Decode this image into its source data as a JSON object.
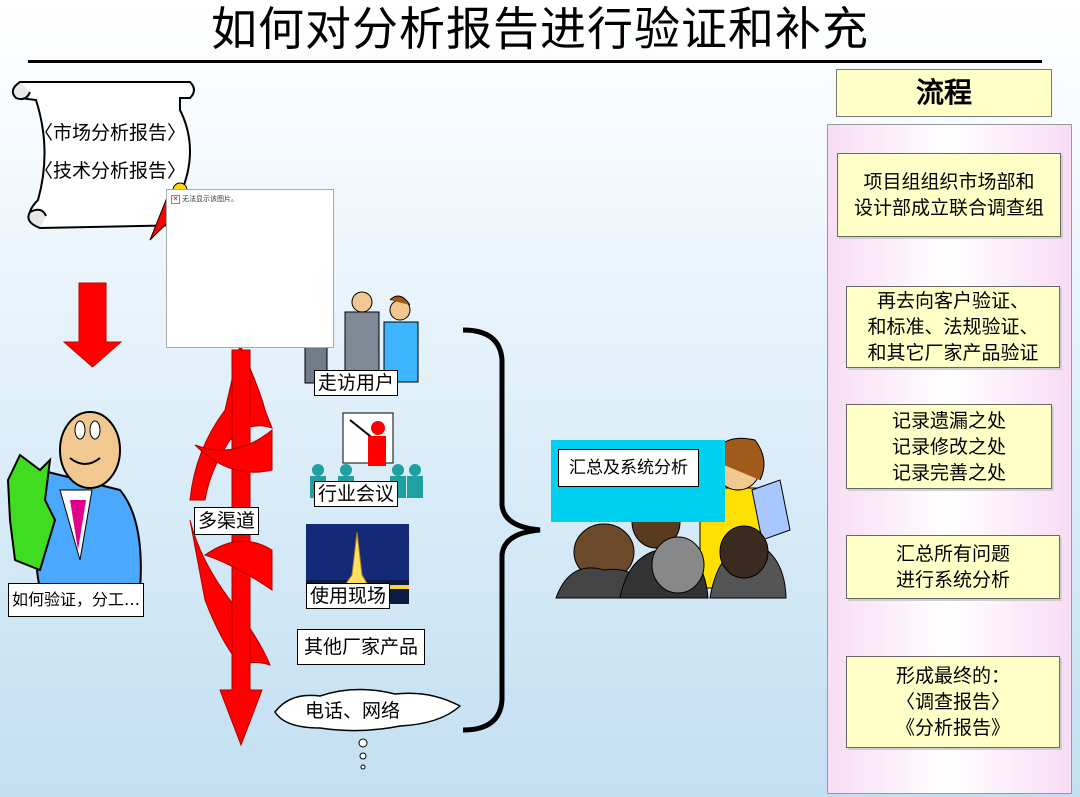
{
  "title": "如何对分析报告进行验证和补充",
  "scroll": {
    "text": "〈市场分析报告〉\n〈技术分析报告〉"
  },
  "broken_image": {
    "caption": "无法显示该图片。"
  },
  "person_label": "如何验证，分工…",
  "channels_label": "多渠道",
  "channels": [
    {
      "key": "visit",
      "label": "走访用户"
    },
    {
      "key": "meeting",
      "label": "行业会议"
    },
    {
      "key": "site",
      "label": "使用现场"
    },
    {
      "key": "other",
      "label": "其他厂家产品"
    },
    {
      "key": "phone",
      "label": "电话、网络"
    }
  ],
  "summary_label": "汇总及系统分析",
  "flow": {
    "header": "流程",
    "steps": [
      "项目组组织市场部和\n设计部成立联合调查组",
      "再去向客户验证、\n和标准、法规验证、\n和其它厂家产品验证",
      "记录遗漏之处\n记录修改之处\n记录完善之处",
      "汇总所有问题\n进行系统分析",
      "形成最终的：\n〈调查报告〉\n《分析报告》"
    ]
  },
  "colors": {
    "arrow_red": "#ff0000",
    "flow_box": "#ffffc8",
    "summary_panel": "#00d0f0",
    "flow_panel": "#f8dcf4"
  }
}
